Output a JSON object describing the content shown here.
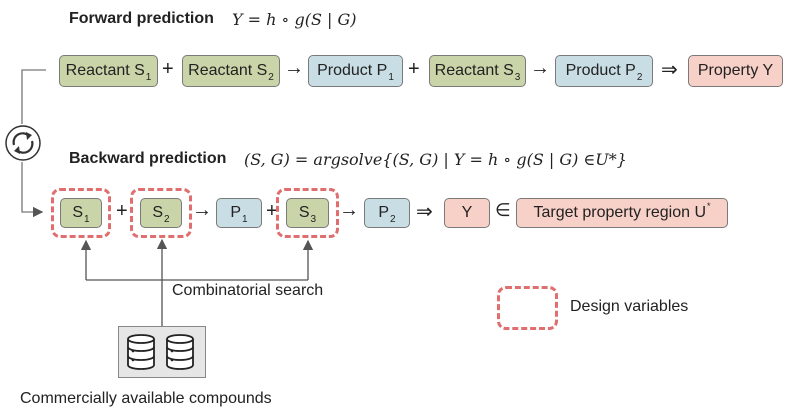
{
  "forward": {
    "title": "Forward prediction",
    "formula": "Y = h ∘ g(S | G)",
    "nodes": {
      "r1": {
        "text": "Reactant S",
        "sub": "1"
      },
      "r2": {
        "text": "Reactant S",
        "sub": "2"
      },
      "p1": {
        "text": "Product P",
        "sub": "1"
      },
      "r3": {
        "text": "Reactant S",
        "sub": "3"
      },
      "p2": {
        "text": "Product P",
        "sub": "2"
      },
      "prop": {
        "text": "Property Y"
      }
    }
  },
  "backward": {
    "title": "Backward prediction",
    "formula": "(S, G) = argsolve{(S, G) | Y = h ∘ g(S | G) ∈U*}",
    "nodes": {
      "s1": {
        "text": "S",
        "sub": "1"
      },
      "s2": {
        "text": "S",
        "sub": "2"
      },
      "p1": {
        "text": "P",
        "sub": "1"
      },
      "s3": {
        "text": "S",
        "sub": "3"
      },
      "p2": {
        "text": "P",
        "sub": "2"
      },
      "y": {
        "text": "Y"
      },
      "target": {
        "text": "Target property region U",
        "sup": "*"
      }
    }
  },
  "symbols": {
    "plus": "+",
    "arrow": "→",
    "implies": "⇒",
    "in": "∈"
  },
  "annotations": {
    "combinatorial_search": "Combinatorial search",
    "design_variables": "Design variables",
    "compounds": "Commercially available compounds"
  },
  "colors": {
    "reactant": "#c9d4a8",
    "product": "#c8dde4",
    "property": "#f7d0c8",
    "design_dash": "#e06e6e"
  },
  "icons": [
    "cycle-arrows-icon",
    "database-icon"
  ]
}
